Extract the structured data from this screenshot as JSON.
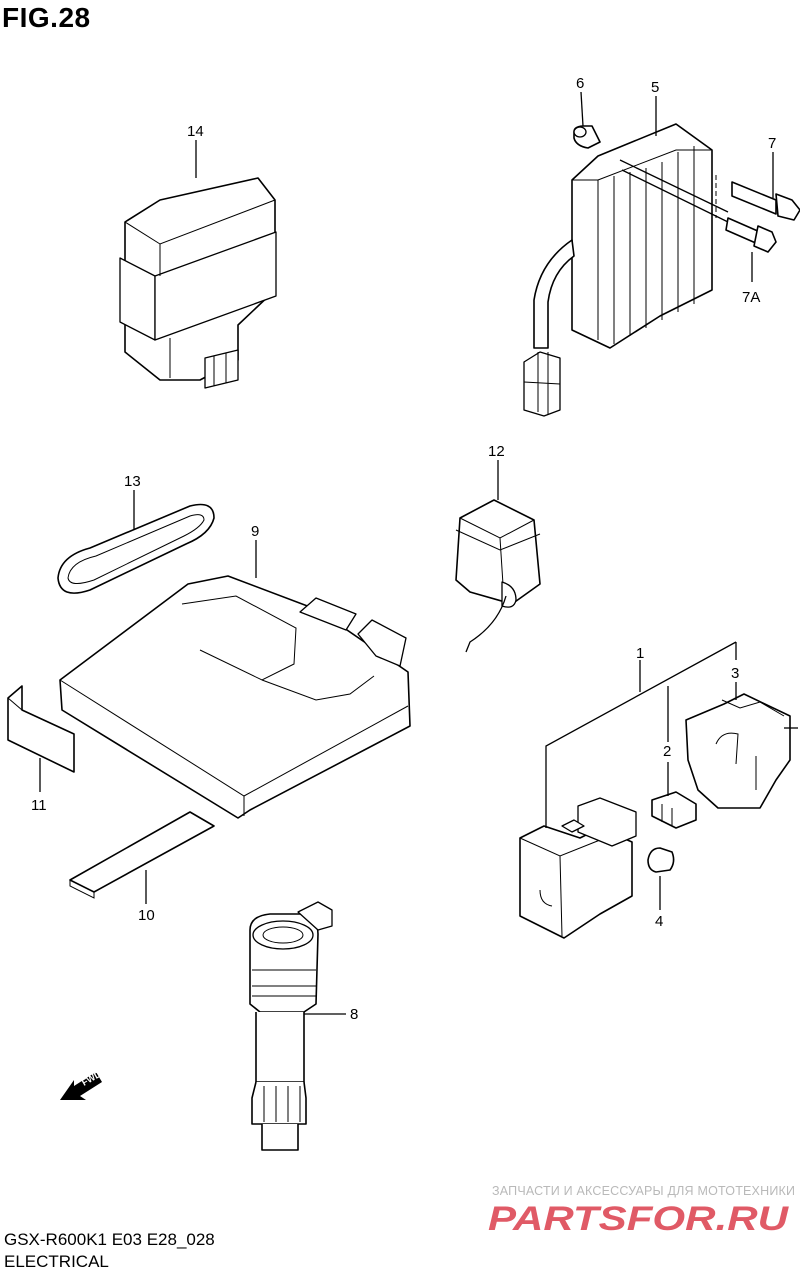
{
  "figure": {
    "title": "FIG.28",
    "model_line": "GSX-R600K1 E03 E28_028",
    "section": "ELECTRICAL"
  },
  "callouts": [
    "14",
    "6",
    "5",
    "7",
    "7A",
    "12",
    "13",
    "9",
    "1",
    "3",
    "2",
    "11",
    "4",
    "10",
    "8"
  ],
  "direction_arrow": {
    "icon": "fwd-arrow-icon",
    "text": "FWD"
  },
  "watermark": {
    "tagline": "ЗАПЧАСТИ И АКСЕССУАРЫ ДЛЯ МОТОТЕХНИКИ",
    "brand": "PARTSFOR.RU",
    "color": "#e05a66"
  }
}
